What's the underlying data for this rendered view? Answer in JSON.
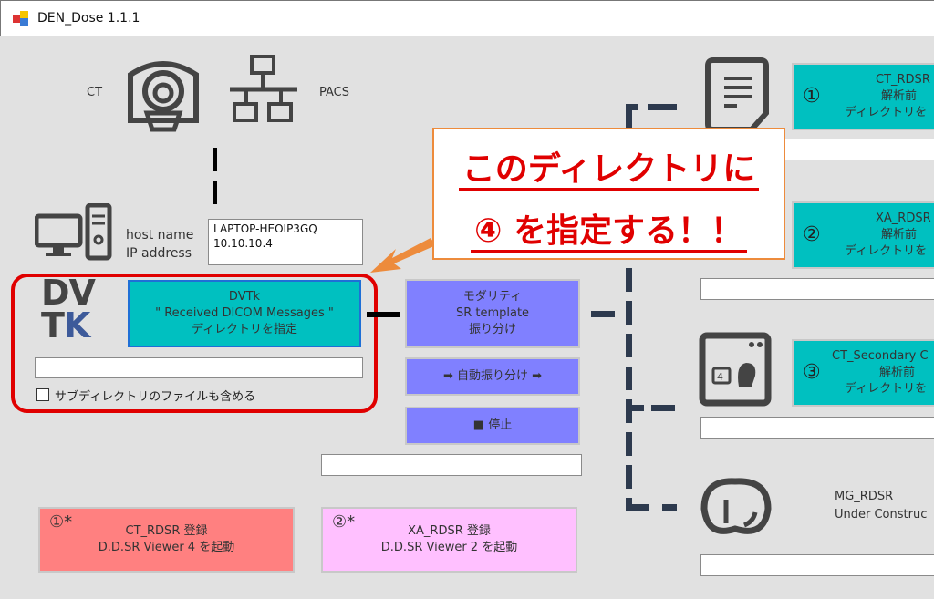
{
  "window": {
    "title": "DEN_Dose 1.1.1"
  },
  "network": {
    "ct_label": "CT",
    "pacs_label": "PACS",
    "host_label": "host name",
    "ip_label": "IP address",
    "host_value": "LAPTOP-HEOIP3GQ",
    "ip_value": "10.10.10.4"
  },
  "dvtk": {
    "logo": "DVTK",
    "button_lines": [
      "DVTk",
      "\" Received DICOM Messages \"",
      "ディレクトリを指定"
    ],
    "path_value": "",
    "subdir_checkbox_label": "サブディレクトリのファイルも含める",
    "subdir_checked": false
  },
  "sorting": {
    "modality_lines": [
      "モダリティ",
      "SR template",
      "振り分け"
    ],
    "auto_label": "➡ 自動振り分け ➡",
    "stop_label": "■ 停止",
    "status_value": ""
  },
  "callout": {
    "line1": "このディレクトリに",
    "line2": "④ を指定する！！"
  },
  "outputs": [
    {
      "num": "①",
      "lines": [
        "CT_RDSR",
        "解析前",
        "ディレクトリを"
      ],
      "path": ""
    },
    {
      "num": "②",
      "lines": [
        "XA_RDSR",
        "解析前",
        "ディレクトリを"
      ],
      "path": ""
    },
    {
      "num": "③",
      "lines": [
        "CT_Secondary C",
        "解析前",
        "ディレクトリを"
      ],
      "path": ""
    }
  ],
  "mg": {
    "line1": "MG_RDSR",
    "line2": "Under Construc",
    "path": ""
  },
  "viewers": [
    {
      "num": "①*",
      "line1": "CT_RDSR 登録",
      "line2": "D.D.SR Viewer 4 を起動",
      "color": "#ff8080"
    },
    {
      "num": "②*",
      "line1": "XA_RDSR 登録",
      "line2": "D.D.SR Viewer 2 を起動",
      "color": "#ffc0ff"
    }
  ],
  "colors": {
    "teal": "#00c0c0",
    "purple": "#8080ff",
    "highlight": "#e00000",
    "callout_border": "#ed8b3c"
  }
}
